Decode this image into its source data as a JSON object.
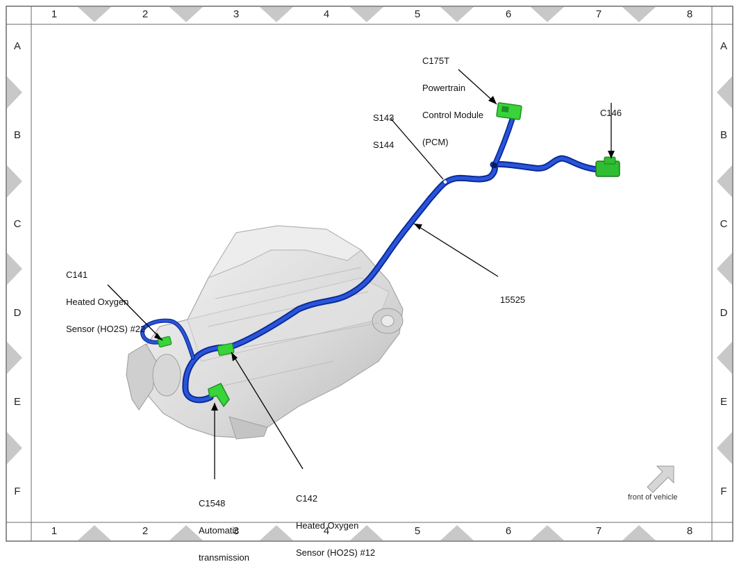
{
  "grid": {
    "columns": [
      "1",
      "2",
      "3",
      "4",
      "5",
      "6",
      "7",
      "8"
    ],
    "rows": [
      "A",
      "B",
      "C",
      "D",
      "E",
      "F"
    ]
  },
  "labels": {
    "pcm": [
      "C175T",
      "Powertrain",
      "Control Module",
      "(PCM)"
    ],
    "splices": [
      "S143",
      "S144"
    ],
    "c146": [
      "C146"
    ],
    "harness": [
      "15525"
    ],
    "ho2s22": [
      "C141",
      "Heated Oxygen",
      "Sensor (HO2S) #22"
    ],
    "c1548": [
      "C1548",
      "Automatic",
      "transmission"
    ],
    "ho2s12": [
      "C142",
      "Heated Oxygen",
      "Sensor (HO2S) #12"
    ]
  },
  "orientation": {
    "text": "front of vehicle",
    "icon": "arrow-up-right-icon"
  },
  "colors": {
    "harness": "#1f3fbf",
    "harness_dark": "#0a2a9a",
    "connector": "#39d33a",
    "connector_dark": "#1f8f23",
    "transmission": "#dcdcdc",
    "grid_marker": "#c8c8c8",
    "border": "#6a6a6a"
  }
}
